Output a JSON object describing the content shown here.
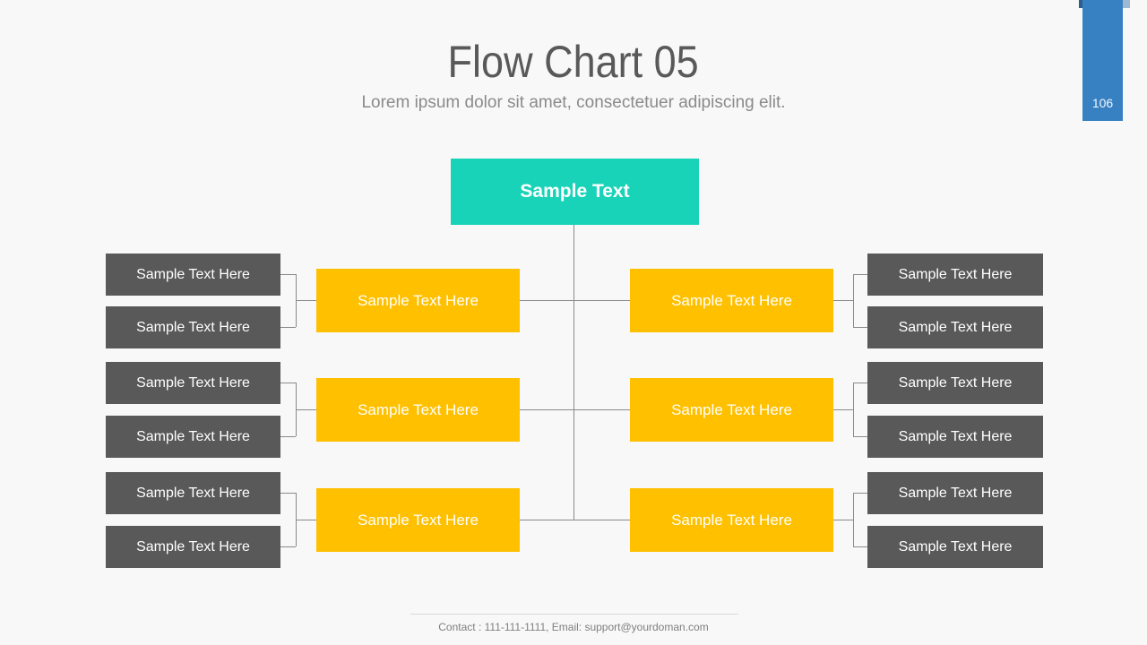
{
  "header": {
    "title": "Flow Chart 05",
    "subtitle": "Lorem ipsum dolor sit amet, consectetuer adipiscing elit."
  },
  "page_tab": {
    "number": "106"
  },
  "root": {
    "label": "Sample Text"
  },
  "rows": [
    {
      "left_branch": "Sample Text Here",
      "left_leaves": [
        "Sample Text Here",
        "Sample Text Here"
      ],
      "right_branch": "Sample Text Here",
      "right_leaves": [
        "Sample Text Here",
        "Sample Text Here"
      ]
    },
    {
      "left_branch": "Sample Text Here",
      "left_leaves": [
        "Sample Text Here",
        "Sample Text Here"
      ],
      "right_branch": "Sample Text Here",
      "right_leaves": [
        "Sample Text Here",
        "Sample Text Here"
      ]
    },
    {
      "left_branch": "Sample Text Here",
      "left_leaves": [
        "Sample Text Here",
        "Sample Text Here"
      ],
      "right_branch": "Sample Text Here",
      "right_leaves": [
        "Sample Text Here",
        "Sample Text Here"
      ]
    }
  ],
  "footer": {
    "contact": "Contact : 111-111-1111, Email: support@yourdoman.com"
  },
  "colors": {
    "background": "#F8F8F8",
    "root_teal": "#19D3B9",
    "branch_yellow": "#FFC000",
    "leaf_gray": "#595959",
    "page_bar_blue": "#3781C3",
    "page_bar_cap": "#2B5E8C",
    "connector_gray": "#8A8A8A",
    "title_gray": "#595959"
  }
}
